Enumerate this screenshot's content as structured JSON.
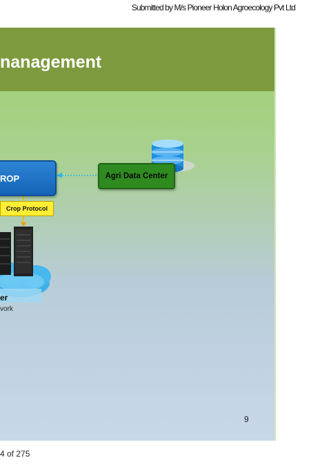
{
  "header": {
    "submitted_by": "Submitted by M/s Pioneer Holon Agroecology Pvt Ltd"
  },
  "slide": {
    "title": "nanagement",
    "crop_box_label": "ROP",
    "data_center_label": "Agri Data Center",
    "protocol_label": "Crop Protocol",
    "server_label": "er",
    "server_sublabel": "vork",
    "slide_number": "9"
  },
  "footer": {
    "page_text": "4 of 275"
  },
  "colors": {
    "title_bar": "#7d9a3e",
    "crop_box": "#1f74c8",
    "data_center_box": "#2f8a1f",
    "protocol_box": "#ffee33"
  },
  "icons": [
    "database-icon",
    "server-rack-icon",
    "cloud-icon",
    "dotted-arrow-icon",
    "down-arrow-icon"
  ]
}
